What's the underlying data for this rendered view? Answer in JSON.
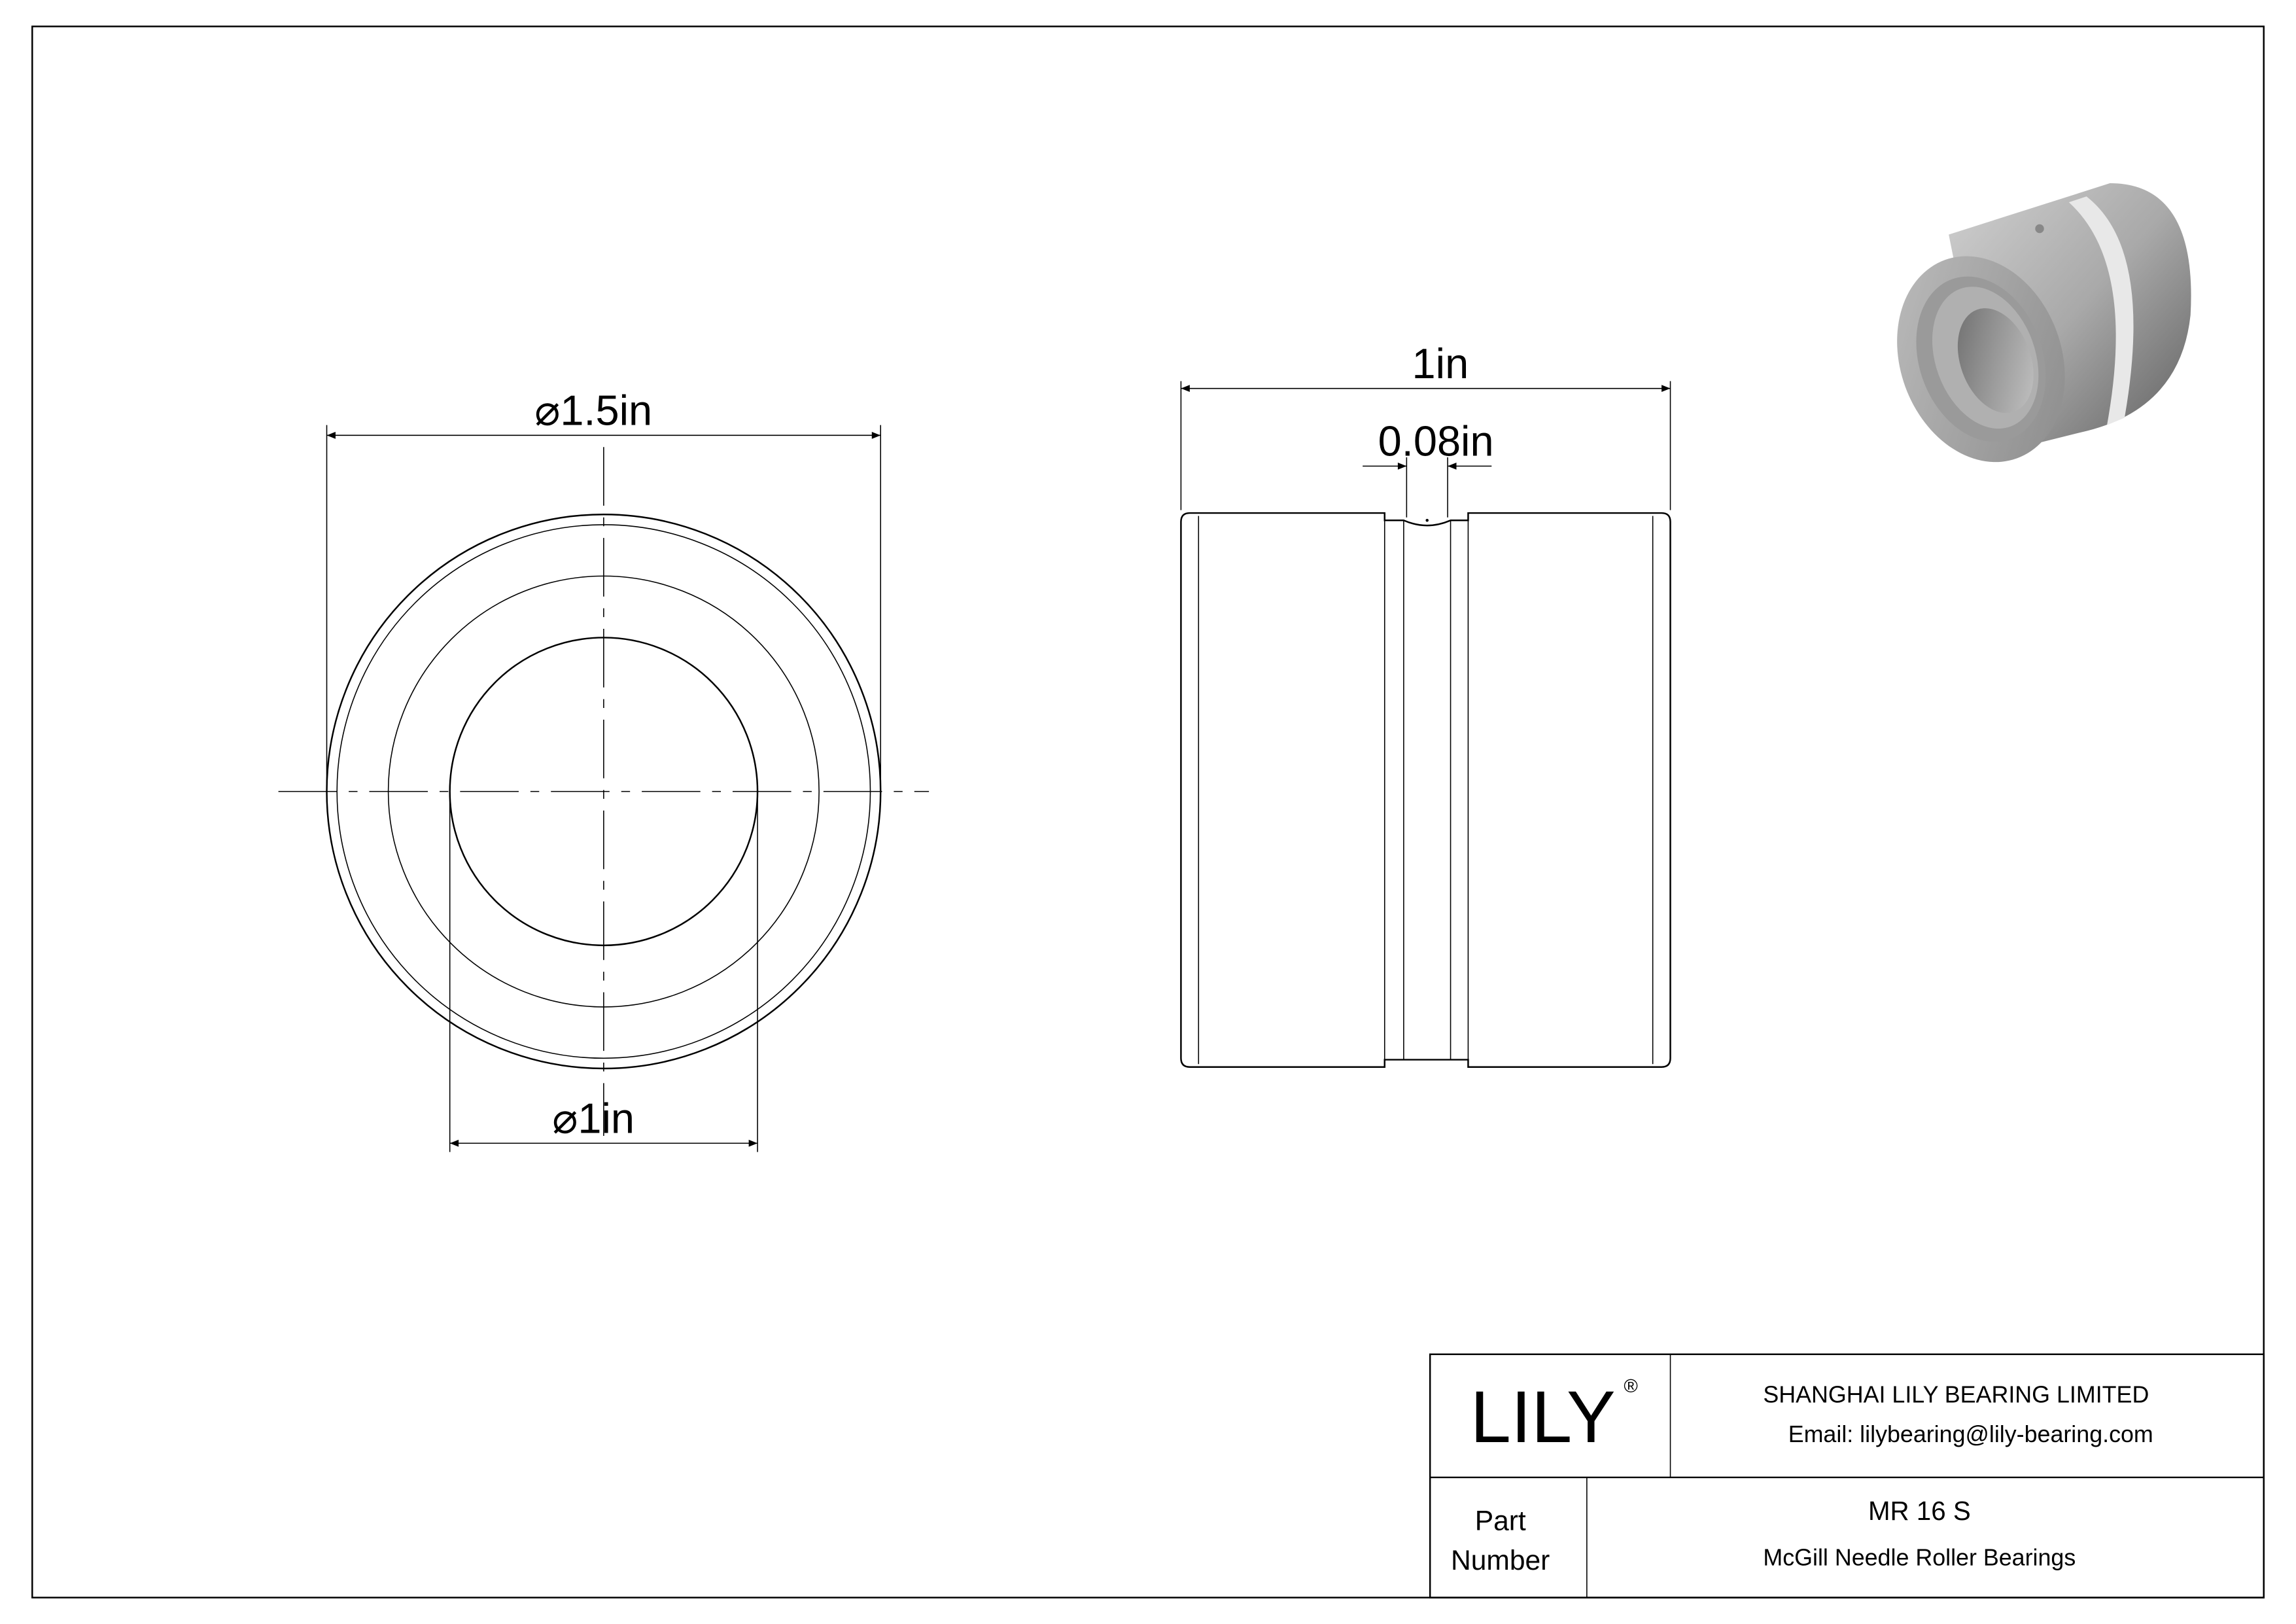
{
  "drawing": {
    "front_view": {
      "outer_diameter_label": "1.5in",
      "inner_diameter_label": "1in",
      "diameter_symbol": "⌀"
    },
    "side_view": {
      "width_label": "1in",
      "groove_label": "0.08in"
    }
  },
  "title_block": {
    "logo": "LILY",
    "logo_mark": "®",
    "company": "SHANGHAI LILY BEARING LIMITED",
    "email": "Email: lilybearing@lily-bearing.com",
    "part_label_line1": "Part",
    "part_label_line2": "Number",
    "part_number": "MR 16 S",
    "description": "McGill Needle Roller Bearings"
  },
  "colors": {
    "line": "#000000",
    "render_gray": "#a8a8a8"
  }
}
